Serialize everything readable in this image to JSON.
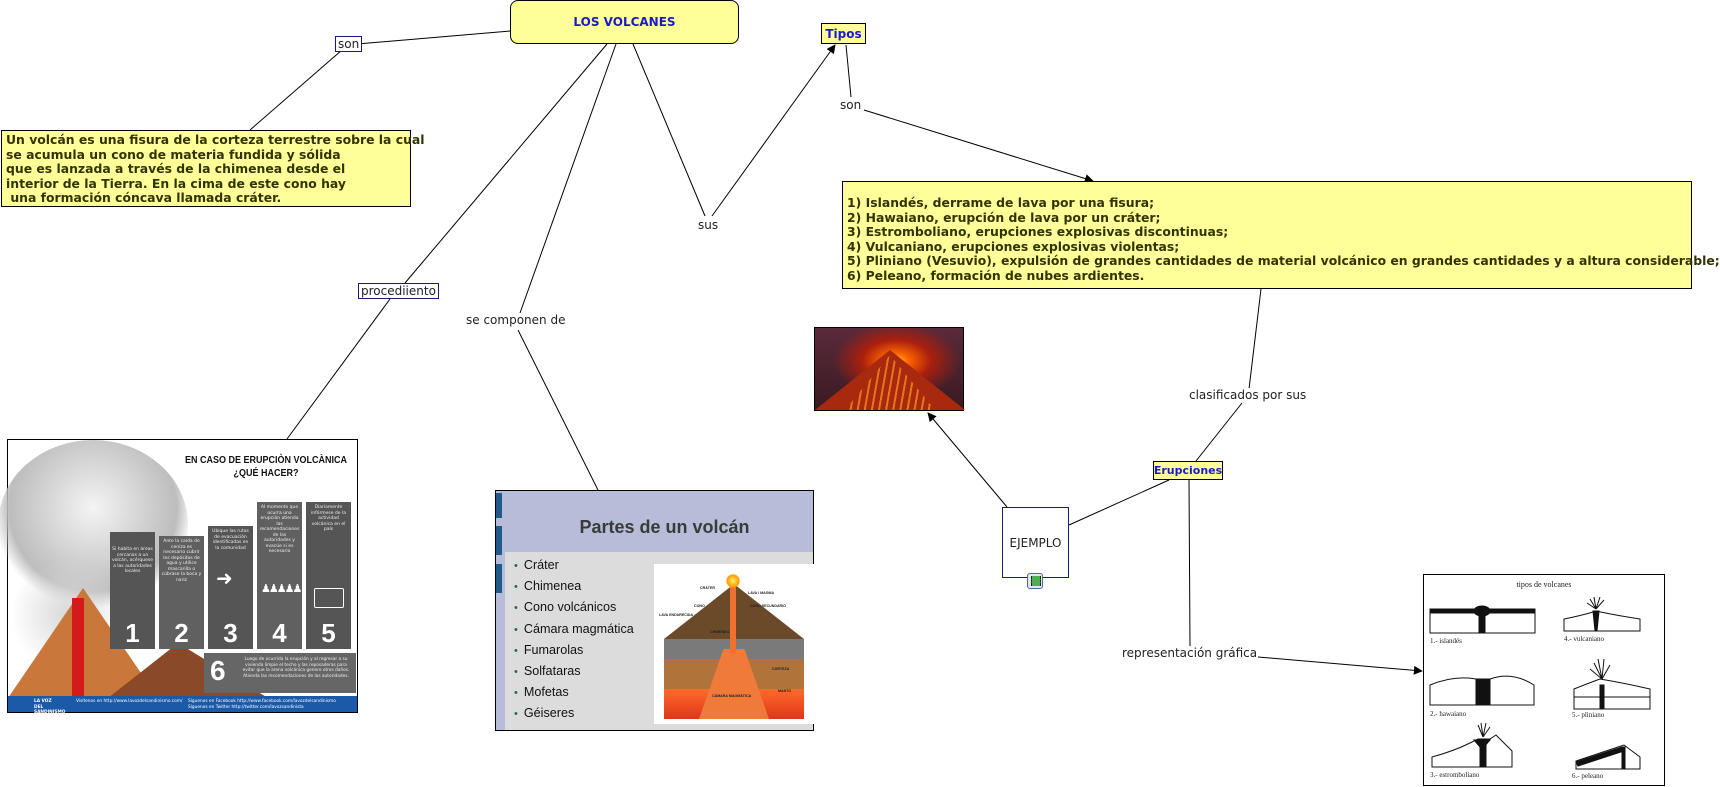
{
  "map_title": "LOS VOLCANES",
  "concepts": {
    "definition": [
      "Un volcán es una fisura de la corteza terrestre sobre la cual",
      "se acumula un cono de materia fundida y sólida",
      "que es lanzada a través de la chimenea desde el",
      "interior de la Tierra. En la cima de este cono hay",
      " una formación cóncava llamada cráter."
    ],
    "tipos": "Tipos",
    "types_list": [
      "1) Islandés, derrame de lava por una fisura;",
      "2) Hawaiano, erupción de lava por un cráter;",
      "3) Estromboliano, erupciones explosivas discontinuas;",
      "4) Vulcaniano, erupciones explosivas violentas;",
      "5) Pliniano (Vesuvio), expulsión de grandes cantidades de material volcánico en grandes cantidades y a altura considerable;",
      "6) Peleano, formación de nubes ardientes."
    ],
    "erupciones": "Erupciones",
    "ejemplo": "EJEMPLO"
  },
  "linking_phrases": {
    "son_left": "son",
    "son_right": "son",
    "sus": "sus",
    "procediiento": "procediiento",
    "se_componen_de": "se componen de",
    "clasificados_por_sus": "clasificados por sus",
    "representacion_grafica": "representación gráfica"
  },
  "resources": {
    "ejemplo_attachment_icon": "video-film-icon",
    "infographic": {
      "title_line1": "EN CASO DE ERUPCIÒN VOLCÀNICA",
      "title_line2": "¿QUÉ HACER?",
      "steps": [
        {
          "num": "1",
          "text": "Si habita en áreas cercanas a un volcán, acérquese a las autoridades locales"
        },
        {
          "num": "2",
          "text": "Ante la caída de ceniza es necesario cubrir los depósitos de agua y utilice mascarilla o cúbrase la boca y nariz"
        },
        {
          "num": "3",
          "text": "Ubique las rutas de evacuación identificadas en la comunidad"
        },
        {
          "num": "4",
          "text": "Al momento que ocurra una erupción atienda las recomendaciones de las autoridades y evacúe si es necesario"
        },
        {
          "num": "5",
          "text": "Diariamente infórmese de la actividad volcánica en el país"
        },
        {
          "num": "6",
          "text": "Luego de ocurrida la erupción y al regresar a su vivienda limpie el techo y las reposaderas para evitar que la arena volcánica genere otros daños. Atienda las recomendaciones de las autoridades."
        }
      ],
      "footer_brand": "LA VOZ DEL SANDINISMO",
      "footer_visit": "Visítenos en http://www.lavozdelsandinismo.com/",
      "footer_social_1": "Síguenos en Facebook http://www.facebook.com/lavozdelsandinismo",
      "footer_social_2": "Síguenos en Twitter http://twitter.com/lavozsandinista"
    },
    "slide": {
      "title": "Partes de un volcán",
      "items": [
        "Cráter",
        "Chimenea",
        "Cono volcánicos",
        "Cámara magmática",
        "Fumarolas",
        "Solfataras",
        "Mofetas",
        "Géiseres"
      ],
      "diagram_labels": [
        "CRÁTER",
        "LAVA / MAGMA",
        "CONO",
        "CONO SECUNDARIO",
        "LAVA ENDURECIDA",
        "CHIMENEA",
        "CORTEZA",
        "MANTO",
        "CÁMARA MAGMÁTICA"
      ]
    },
    "types_figure": {
      "title": "tipos de volcanes",
      "captions": [
        "1.- islandés",
        "2.- hawaiano",
        "3.- estromboliano",
        "4.- vulcaniano",
        "5.- pliniano",
        "6.- peleano"
      ]
    }
  },
  "colors": {
    "concept_fill": "#ffff99",
    "concept_text_title": "#1a1acc",
    "concept_text_body": "#333300",
    "line": "#000000"
  }
}
